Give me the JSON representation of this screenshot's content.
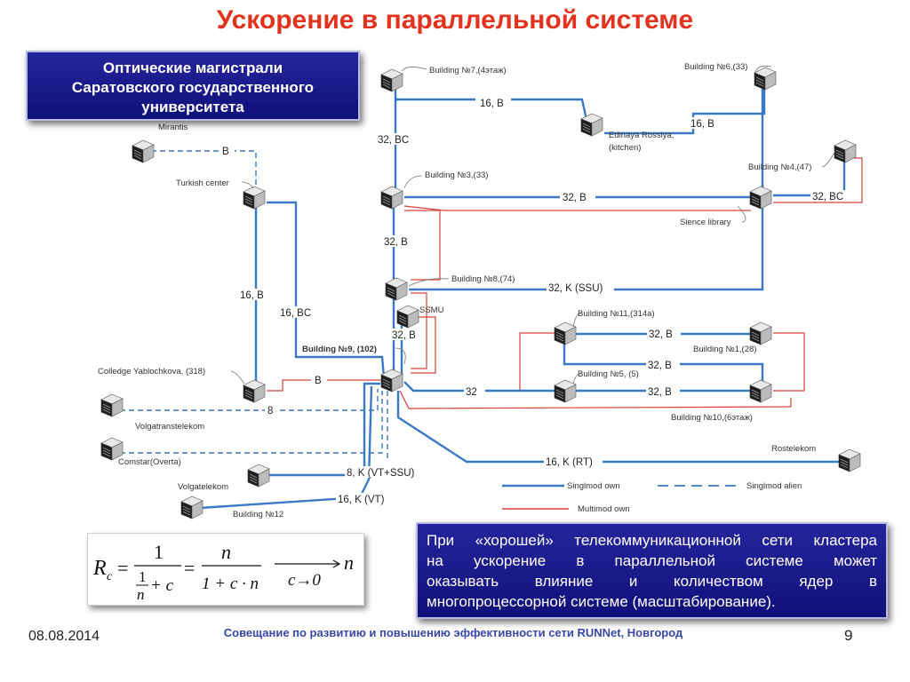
{
  "title": "Ускорение в параллельной системе",
  "caption": {
    "line1": "Оптические магистрали",
    "line2": "Саратовского государственного",
    "line3": "университета"
  },
  "nodes": {
    "b7": "Building №7,(4этаж)",
    "b6": "Building №6,(33)",
    "edinaya1": "Edinaya Rossiya,",
    "edinaya2": "(kitchen)",
    "b4": "Building №4,(47)",
    "b3": "Building №3,(33)",
    "sience": "Sience library",
    "b8": "Building №8,(74)",
    "ssmu": "SSMU",
    "b9": "Building №9, (102)",
    "b11": "Building №11,(314a)",
    "b1": "Building №1,(28)",
    "b5": "Building №5, (5)",
    "b10": "Building №10,(6этаж)",
    "rostelekom": "Rostelekom",
    "mirantis": "Mirantis",
    "turkish": "Turkish center",
    "colledge": "Colledge Yablochkova, (318)",
    "volgatrans": "Volgatranstelekom",
    "comstar": "Comstar(Overta)",
    "volgatel": "Volgatelekom",
    "b12": "Building №12"
  },
  "links": {
    "b7_ed": "16, B",
    "ed_b6": "16, B",
    "b7_b3": "32, BC",
    "b3_sci": "32, B",
    "sci_b4": "32, BC",
    "b3_b9": "32, B",
    "b8_sci": "32, K (SSU)",
    "ssmu": "32, B",
    "b9_b5": "32",
    "b11_b1": "32, B",
    "b5_b10": "32, B",
    "b11_b10": "32, B",
    "b9_rost": "16, K (RT)",
    "mir_tur": "B",
    "tur_col": "16, B",
    "tur_b9": "16, BC",
    "col_b9": "B",
    "vtr": "8",
    "comstar": "8, K (VT+SSU)",
    "volgatel": "16, K (VT)"
  },
  "legend": {
    "single_own": "Singlmod own",
    "single_alien": "Singlmod alien",
    "multi_own": "Multimod own"
  },
  "colors": {
    "title": "#e3331e",
    "singlmod": "#3a79c4",
    "multimod": "#d9403a",
    "panel": "#1a1b8c"
  },
  "formula": {
    "lhs": "R",
    "sub": "c",
    "num1": "1",
    "den_num": "1",
    "den_den": "n",
    "plus_c": "+ c",
    "num2": "n",
    "den2": "1 + c · n",
    "limit": "c→0",
    "result": "n"
  },
  "note": {
    "line1": "При «хорошей» телекоммуникационной сети кластера",
    "line2": "на ускорение в параллельной системе может",
    "line3": "оказывать влияние и количеством ядер в",
    "line4": "многопроцессорной системе (масштабирование)."
  },
  "footer": {
    "date": "08.08.2014",
    "text": "Совещание по развитию и повышению эффективности сети RUNNet, Новгород",
    "page": "9"
  }
}
